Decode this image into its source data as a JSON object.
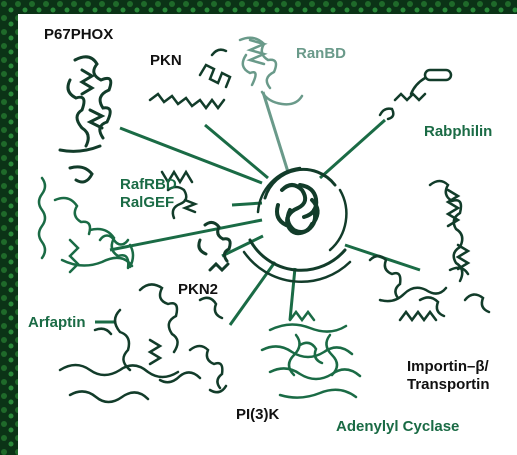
{
  "colors": {
    "frame": "#0d3a18",
    "panel": "#ffffff",
    "structure": "#1a6b45",
    "hub": "#123c2a",
    "label_dark": "#111111",
    "label_green": "#1a6b45",
    "label_light": "#6a9a8a"
  },
  "labels": {
    "p67phox": "P67PHOX",
    "pkn": "PKN",
    "ranbd": "RanBD",
    "rabphilin": "Rabphilin",
    "rafrbd": "RafRBD",
    "ralgef": "RalGEF",
    "pkn2": "PKN2",
    "arfaptin": "Arfaptin",
    "pi3k": "PI(3)K",
    "importin": "Importin–β/",
    "transportin": "Transportin",
    "adenylyl": "Adenylyl Cyclase"
  }
}
